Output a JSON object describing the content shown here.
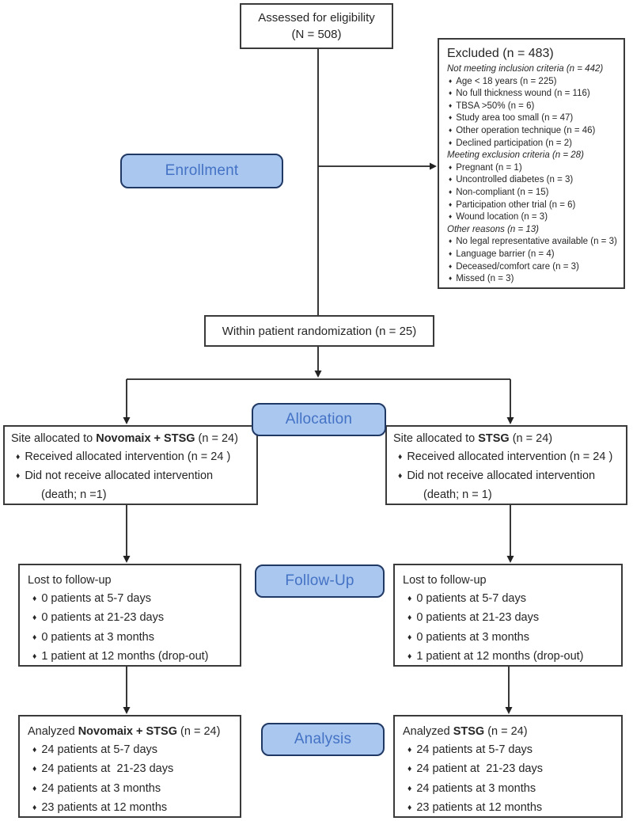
{
  "colors": {
    "badge_fill": "#aac7f0",
    "badge_border": "#1f3864",
    "badge_text": "#4472c4",
    "box_border": "#3a3a3a",
    "text": "#262626"
  },
  "glyphs": {
    "bullet": "♦"
  },
  "assessed": {
    "line1": "Assessed for eligibility",
    "line2": "(N = 508)"
  },
  "excluded": {
    "title": "Excluded (n = 483)",
    "items": [
      {
        "style": "subhead",
        "text": "Not meeting inclusion criteria (n = 442)"
      },
      {
        "style": "bullet",
        "text": "Age < 18 years (n = 225)"
      },
      {
        "style": "bullet",
        "text": "No full thickness wound (n = 116)"
      },
      {
        "style": "bullet",
        "text": "TBSA >50% (n = 6)"
      },
      {
        "style": "bullet",
        "text": "Study area too small (n = 47)"
      },
      {
        "style": "bullet",
        "text": "Other operation technique (n = 46)"
      },
      {
        "style": "bullet",
        "text": "Declined participation (n = 2)"
      },
      {
        "style": "subhead",
        "text": "Meeting exclusion criteria (n = 28)"
      },
      {
        "style": "bullet",
        "text": "Pregnant (n = 1)"
      },
      {
        "style": "bullet",
        "text": "Uncontrolled diabetes (n = 3)"
      },
      {
        "style": "bullet",
        "text": "Non-compliant (n = 15)"
      },
      {
        "style": "bullet",
        "text": "Participation other trial (n = 6)"
      },
      {
        "style": "bullet",
        "text": "Wound location (n = 3)"
      },
      {
        "style": "subhead",
        "text": "Other reasons (n = 13)"
      },
      {
        "style": "bullet",
        "text": "No legal representative available (n = 3)"
      },
      {
        "style": "bullet",
        "text": "Language barrier (n = 4)"
      },
      {
        "style": "bullet",
        "text": "Deceased/comfort care (n = 3)"
      },
      {
        "style": "bullet",
        "text": "Missed (n = 3)"
      }
    ]
  },
  "badges": {
    "enrollment": "Enrollment",
    "allocation": "Allocation",
    "followup": "Follow-Up",
    "analysis": "Analysis"
  },
  "randomization": {
    "text": "Within patient randomization (n = 25)"
  },
  "alloc_left": {
    "title_pre": "Site allocated to ",
    "title_bold": "Novomaix + STSG",
    "title_post": " (n = 24)",
    "bullet1": "Received allocated intervention (n = 24 )",
    "bullet2": "Did not receive allocated intervention",
    "bullet2_cont": "(death; n =1)"
  },
  "alloc_right": {
    "title_pre": "Site allocated to ",
    "title_bold": "STSG",
    "title_post": " (n = 24)",
    "bullet1": "Received allocated intervention (n = 24 )",
    "bullet2": "Did not receive allocated intervention",
    "bullet2_cont": "(death; n = 1)"
  },
  "followup_left": {
    "title": "Lost to follow-up",
    "bullets": [
      "0 patients at 5-7 days",
      "0 patients at 21-23 days",
      "0 patients at 3 months",
      "1 patient at 12 months (drop-out)"
    ]
  },
  "followup_right": {
    "title": "Lost to follow-up",
    "bullets": [
      "0 patients at 5-7 days",
      "0 patients at 21-23 days",
      "0 patients at 3 months",
      "1 patient at 12 months (drop-out)"
    ]
  },
  "analysis_left": {
    "title_pre": "Analyzed ",
    "title_bold": "Novomaix + STSG",
    "title_post": " (n = 24)",
    "bullets": [
      "24 patients at 5-7 days",
      "24 patients at  21-23 days",
      "24 patients at 3 months",
      "23 patients at 12 months"
    ]
  },
  "analysis_right": {
    "title_pre": "Analyzed ",
    "title_bold": "STSG",
    "title_post": " (n = 24)",
    "bullets": [
      "24 patients at 5-7 days",
      "24 patient at  21-23 days",
      "24 patients at 3 months",
      "23 patients at 12 months"
    ]
  }
}
